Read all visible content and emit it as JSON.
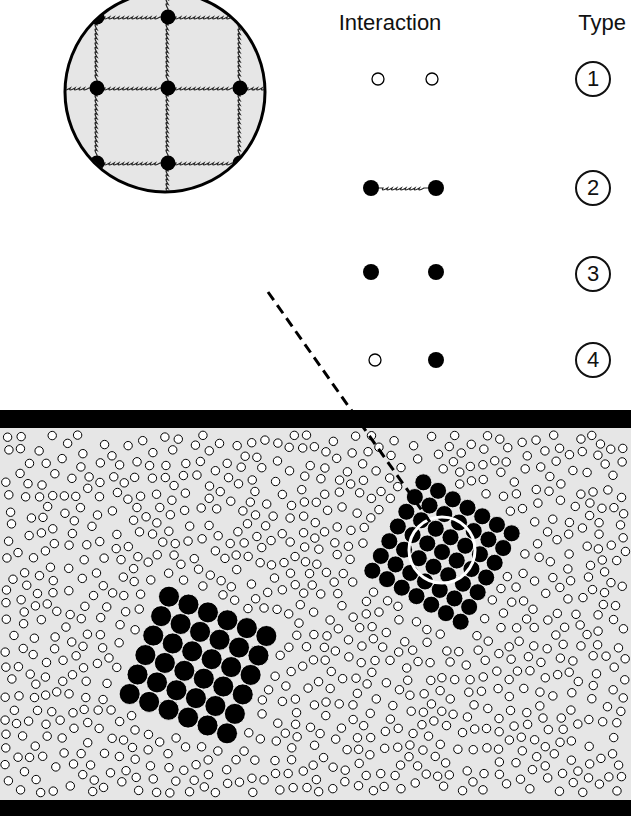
{
  "diagram": {
    "nodes": [
      {
        "text": [
          "1"
        ]
      },
      {
        "text": [
          "2"
        ]
      },
      {
        "text": [
          "3"
        ]
      },
      {
        "text": [
          "4"
        ]
      }
    ],
    "labels": [
      "Interaction",
      "Type"
    ]
  }
}
